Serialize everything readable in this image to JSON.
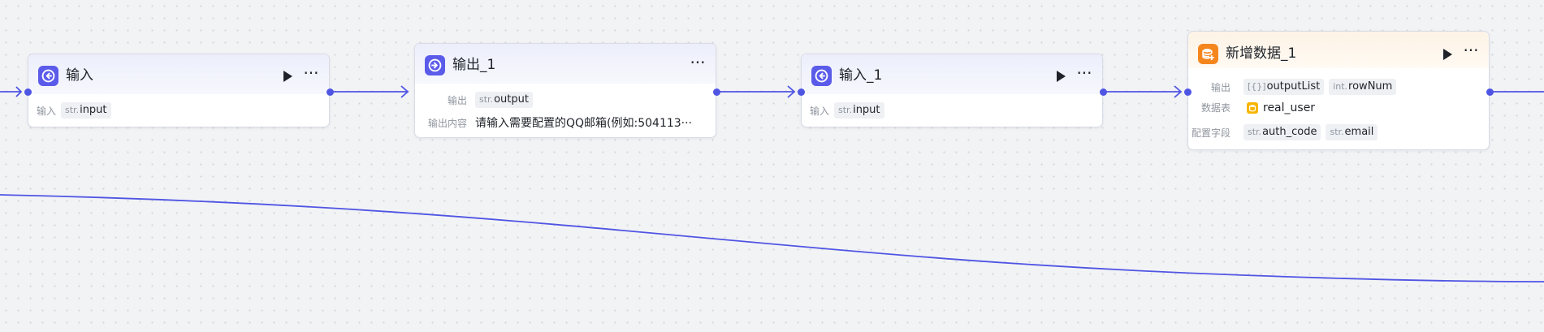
{
  "nodes": {
    "input": {
      "title": "输入",
      "input_label": "输入",
      "input_type": "str.",
      "input_name": "input"
    },
    "output1": {
      "title": "输出_1",
      "output_label": "输出",
      "output_type": "str.",
      "output_name": "output",
      "content_label": "输出内容",
      "content_value": "请输入需要配置的QQ邮箱(例如:504113···"
    },
    "input1": {
      "title": "输入_1",
      "input_label": "输入",
      "input_type": "str.",
      "input_name": "input"
    },
    "add_data": {
      "title": "新增数据_1",
      "output_label": "输出",
      "outputs": [
        {
          "type": "[{}]",
          "name": "outputList"
        },
        {
          "type": "int.",
          "name": "rowNum"
        }
      ],
      "table_label": "数据表",
      "table_name": "real_user",
      "fields_label": "配置字段",
      "fields": [
        {
          "type": "str.",
          "name": "auth_code"
        },
        {
          "type": "str.",
          "name": "email"
        }
      ]
    }
  },
  "colors": {
    "accent": "#4f55e3",
    "node_icon_blue": "#5b5bea",
    "node_icon_orange": "#f5861d",
    "table_icon": "#f7b500",
    "canvas_bg": "#f2f3f5"
  },
  "icons": {
    "input_node": "enter-arrow-icon",
    "output_node": "exit-arrow-icon",
    "add_data_node": "database-add-icon",
    "run": "play-icon",
    "more": "more-dots-icon"
  }
}
